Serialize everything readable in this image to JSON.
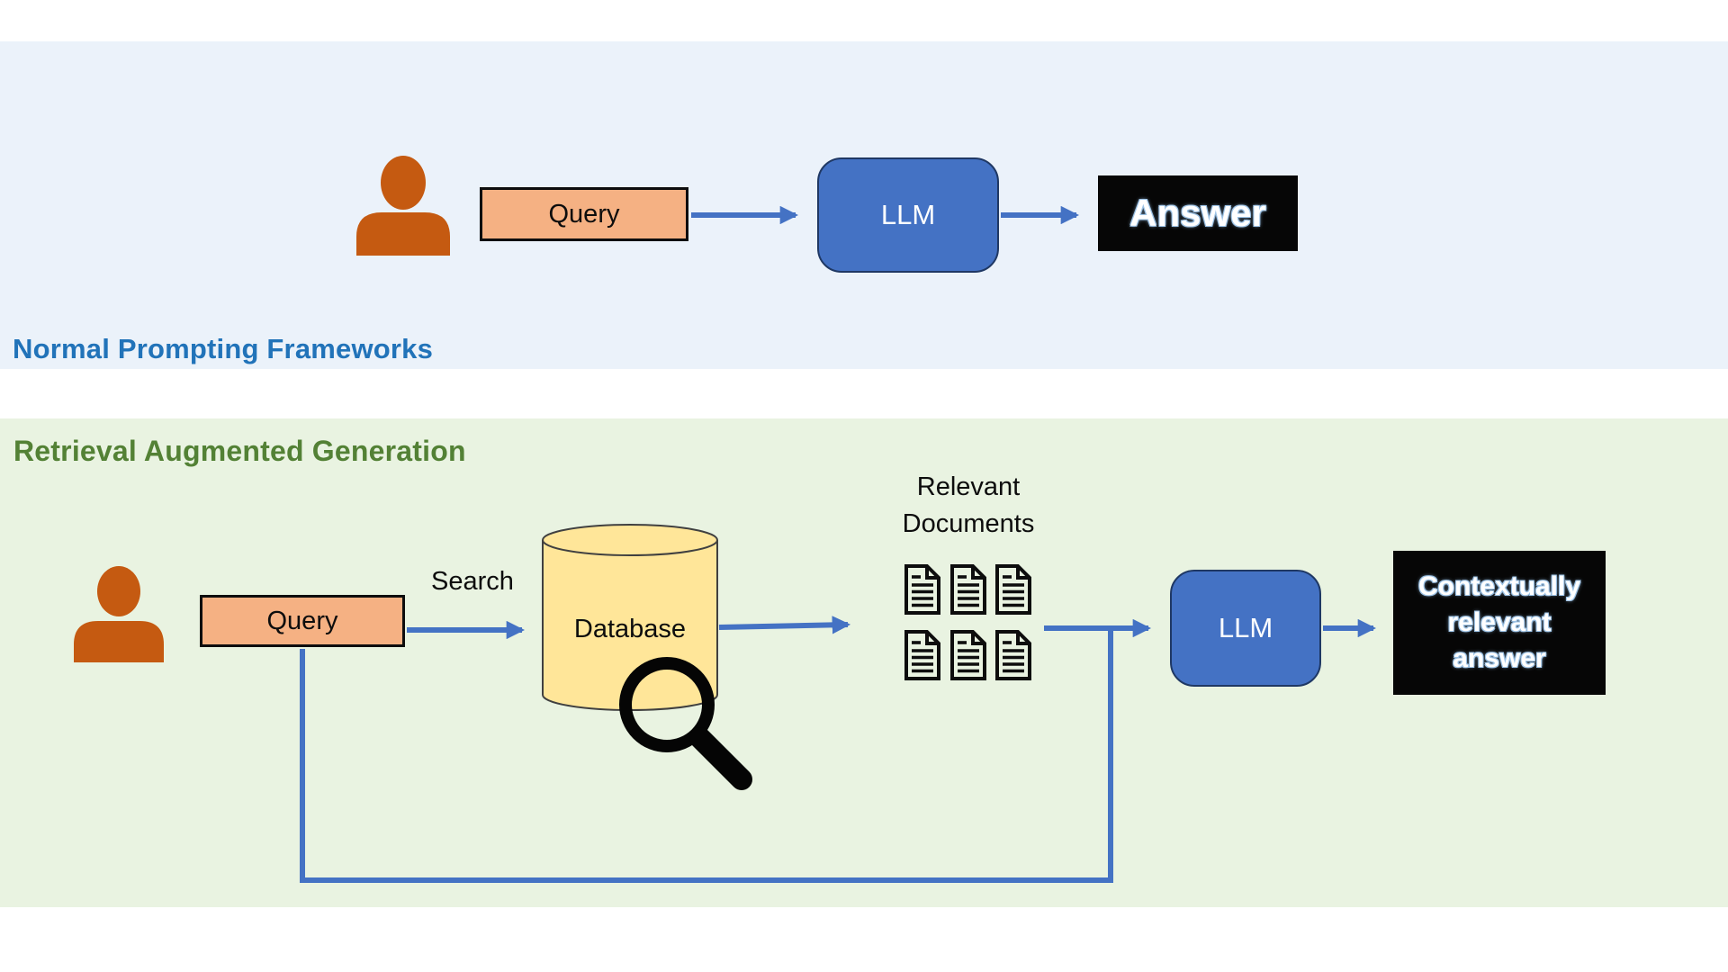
{
  "colors": {
    "normal_bg": "#EBF2FA",
    "rag_bg": "#E9F3E1",
    "arrow_blue": "#4472C4",
    "person_orange": "#C55A11",
    "query_fill": "#F5B183",
    "database_fill": "#FFE699",
    "answer_bg": "#060606",
    "normal_heading": "#2173B9",
    "rag_heading": "#538135",
    "answer_glow": "#9DC3E6"
  },
  "normal_section": {
    "heading": "Normal Prompting Frameworks",
    "query_label": "Query",
    "llm_label": "LLM",
    "answer_label": "Answer"
  },
  "rag_section": {
    "heading": "Retrieval Augmented Generation",
    "query_label": "Query",
    "search_label": "Search",
    "database_label": "Database",
    "documents_label": "Relevant Documents",
    "llm_label": "LLM",
    "answer_label": "Contextually relevant answer"
  }
}
